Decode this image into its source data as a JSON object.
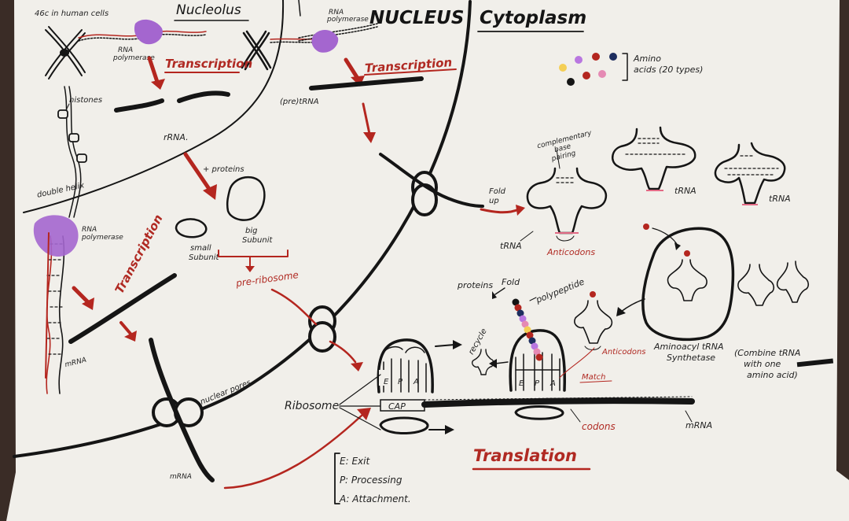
{
  "titles": {
    "nucleolus": "Nucleolus",
    "nucleus": "NUCLEUS",
    "cytoplasm": "Cytoplasm",
    "translation": "Translation"
  },
  "labels": {
    "human_cells": "46c in human cells",
    "rna_polymerase_1": "RNA polymerase",
    "rna_polymerase_2": "RNA polymerase",
    "rna_polymerase_3": "RNA polymerase",
    "transcription_1": "Transcription",
    "transcription_2": "Transcription",
    "transcription_3": "Transcription",
    "histones": "histones",
    "double_helix": "double helix",
    "rrna": "rRNA.",
    "proteins_plus": "+ proteins",
    "small_subunit": "small Subunit",
    "big_subunit": "big Subunit",
    "pre_ribosome": "pre-ribosome",
    "pre_trna": "(pre)tRNA",
    "mrna_1": "mRNA",
    "mrna_2": "mRNA",
    "mrna_3": "mRNA",
    "nuclear_pores": "nuclear pores",
    "fold_up": "Fold up",
    "trna_1": "tRNA",
    "trna_2": "tRNA",
    "trna_3": "tRNA",
    "anticodons_1": "Anticodons",
    "anticodons_2": "Anticodons",
    "complementary": "complementary base pairing",
    "amino_acids_1": "Amino",
    "amino_acids_2": "acids (20 types)",
    "proteins": "proteins",
    "fold": "Fold",
    "polypeptide": "polypeptide",
    "recycle": "recycle",
    "ribosome": "Ribosome",
    "cap": "CAP",
    "site_e": "E",
    "site_p": "P",
    "site_a": "A",
    "match": "Match",
    "codons": "codons",
    "synthetase_1": "Aminoacyl tRNA",
    "synthetase_2": "Synthetase",
    "combine_1": "(Combine tRNA",
    "combine_2": "with one",
    "combine_3": "amino acid)",
    "legend_e": "E: Exit",
    "legend_p": "P: Processing",
    "legend_a": "A: Attachment."
  },
  "colors": {
    "paper": "#f1efea",
    "ink": "#151515",
    "red": "#b4261f",
    "purple": "#a466cf",
    "pink": "#e9a6c9",
    "yellow": "#f4cf55",
    "navy": "#1d2d5e"
  },
  "amino_acid_colors": [
    "#f4cf55",
    "#b977e0",
    "#b4261f",
    "#1d2d5e",
    "#151515",
    "#b4261f",
    "#e58ab4"
  ]
}
